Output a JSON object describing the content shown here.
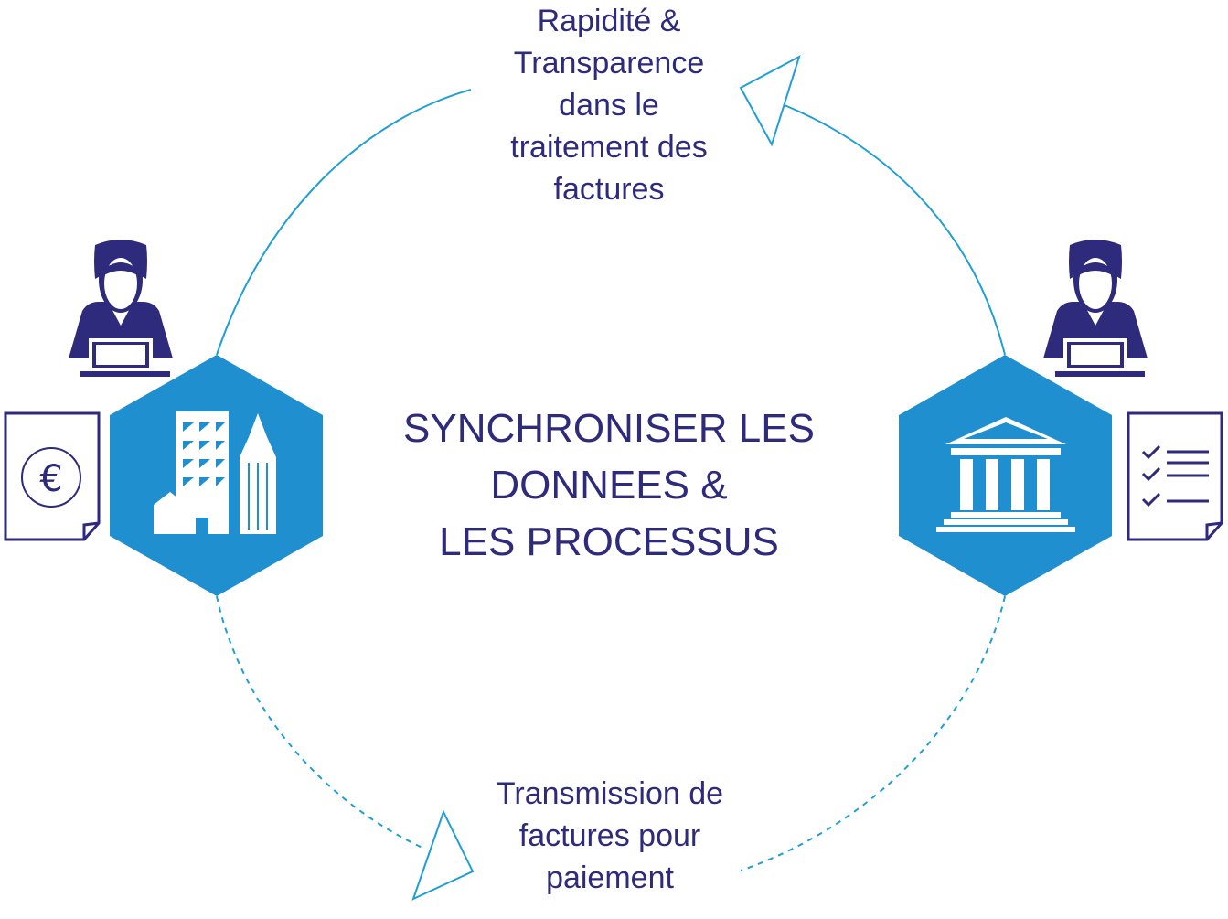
{
  "top_label": [
    "Rapidité &",
    "Transparence",
    "dans le",
    "traitement des",
    "factures"
  ],
  "bottom_label": [
    "Transmission de",
    "factures pour",
    "paiement"
  ],
  "center_title": [
    "SYNCHRONISER LES",
    "DONNEES &",
    "LES PROCESSUS"
  ],
  "left_doc_symbol": "€",
  "left_node": {
    "icon": "office-buildings-icon",
    "person_icon": "person-laptop-icon",
    "doc_icon": "euro-invoice-icon"
  },
  "right_node": {
    "icon": "bank-building-icon",
    "person_icon": "person-laptop-icon",
    "doc_icon": "checklist-document-icon"
  },
  "colors": {
    "navy": "#2e2a7c",
    "hex_blue": "#1f8fcf",
    "arc_blue": "#1f9fd6",
    "white": "#ffffff"
  }
}
